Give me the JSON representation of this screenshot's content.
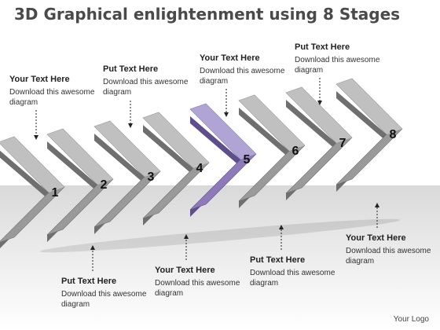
{
  "title": "3D Graphical enlightenment using 8 Stages",
  "stages": [
    {
      "number": "1",
      "highlighted": false
    },
    {
      "number": "2",
      "highlighted": false
    },
    {
      "number": "3",
      "highlighted": false
    },
    {
      "number": "4",
      "highlighted": false
    },
    {
      "number": "5",
      "highlighted": true
    },
    {
      "number": "6",
      "highlighted": false
    },
    {
      "number": "7",
      "highlighted": false
    },
    {
      "number": "8",
      "highlighted": false
    }
  ],
  "callouts": [
    {
      "heading": "Your Text Here",
      "body": "Download this awesome diagram"
    },
    {
      "heading": "Put Text Here",
      "body": "Download this awesome diagram"
    },
    {
      "heading": "Your Text Here",
      "body": "Download this awesome diagram"
    },
    {
      "heading": "Put Text Here",
      "body": "Download this awesome diagram"
    },
    {
      "heading": "Put Text Here",
      "body": "Download this awesome diagram"
    },
    {
      "heading": "Your Text Here",
      "body": "Download this awesome diagram"
    },
    {
      "heading": "Put Text Here",
      "body": "Download this awesome diagram"
    },
    {
      "heading": "Your Text Here",
      "body": "Download this awesome diagram"
    }
  ],
  "colors": {
    "gray_front": "#9a9a9a",
    "gray_dark": "#6f6f6f",
    "gray_light": "#c4c4c4",
    "purple_front": "#8c7bb8",
    "purple_dark": "#5e4f8c",
    "purple_light": "#b4a8d8"
  },
  "footer": {
    "logo": "Your Logo"
  }
}
